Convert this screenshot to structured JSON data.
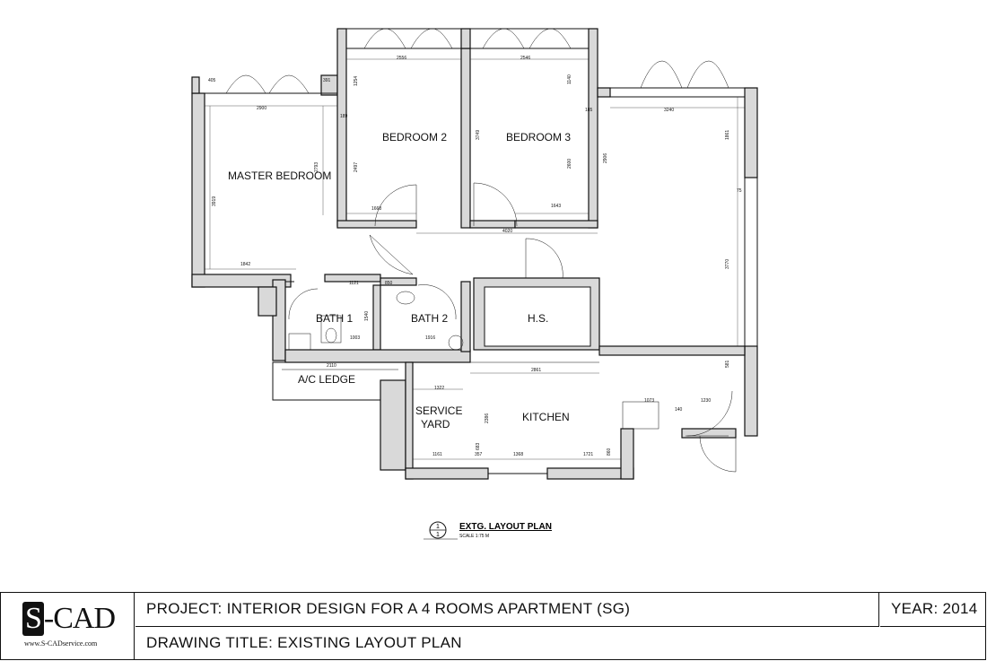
{
  "rooms": {
    "master_bedroom": "MASTER BEDROOM",
    "bedroom_2": "BEDROOM 2",
    "bedroom_3": "BEDROOM 3",
    "bath_1": "BATH 1",
    "bath_2": "BATH 2",
    "hs": "H.S.",
    "ac_ledge": "A/C LEDGE",
    "service_yard_1": "SERVICE",
    "service_yard_2": "YARD",
    "kitchen": "KITCHEN"
  },
  "dimensions": {
    "d405": "405",
    "d391": "391",
    "d2900": "2900",
    "d3919": "3919",
    "d1842": "1842",
    "d2793": "2793",
    "d2556": "2556",
    "d1254": "1254",
    "d189": "189",
    "d2497": "2497",
    "d1668": "1668",
    "d2546": "2546",
    "d1140": "1140",
    "d3749": "3749",
    "d2600": "2600",
    "d1643": "1643",
    "d4020": "4020",
    "d185": "185",
    "d3240": "3240",
    "d2906": "2906",
    "d1861": "1861",
    "d75": "75",
    "d3770": "3770",
    "d1121": "1121",
    "d850": "850",
    "d1540": "1540",
    "d1003": "1003",
    "d1916": "1916",
    "d2110": "2110",
    "d1322": "1322",
    "d2861": "2861",
    "d2386": "2386",
    "d683": "683",
    "d1161": "1161",
    "d357": "357",
    "d1368": "1368",
    "d1721": "1721",
    "d860": "860",
    "d1073": "1073",
    "d140": "140",
    "d1230": "1230",
    "d581": "581"
  },
  "plan_caption": {
    "number": "1",
    "sheet": "1",
    "title": "EXTG. LAYOUT PLAN",
    "scale": "SCALE   1:75  M"
  },
  "title_block": {
    "logo_s": "S",
    "logo_rest": "-CAD",
    "website": "www.S-CADservice.com",
    "project": "PROJECT: INTERIOR DESIGN FOR A 4 ROOMS APARTMENT (SG)",
    "year": "YEAR: 2014",
    "drawing_title": "DRAWING TITLE: EXISTING LAYOUT PLAN"
  }
}
